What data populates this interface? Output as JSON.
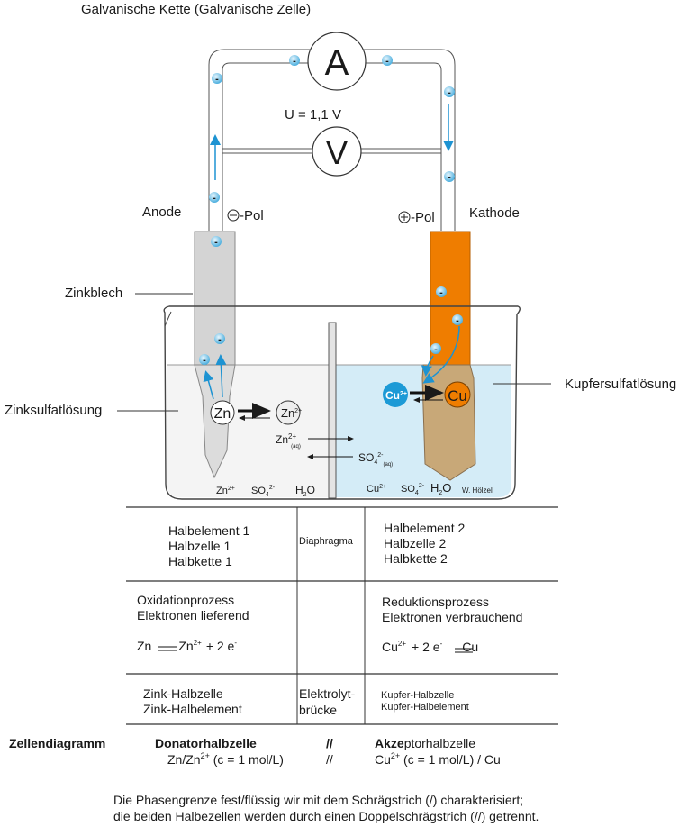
{
  "title": "Galvanische Kette (Galvanische Zelle)",
  "ammeter": "A",
  "voltmeter": "V",
  "voltage": "U = 1,1 V",
  "anode": {
    "label": "Anode",
    "pol": "-Pol",
    "electrode": "Zinkblech",
    "solution": "Zinksulfatlösung"
  },
  "cathode": {
    "label": "Kathode",
    "pol": "-Pol",
    "solution": "Kupfersulfatlösung"
  },
  "electron_symbol": "-",
  "reaction_left": {
    "from": "Zn",
    "to": "Zn",
    "to_sup": "2+"
  },
  "reaction_right": {
    "from": "Cu",
    "from_sup": "2+",
    "to": "Cu"
  },
  "migration": {
    "zn": "Zn",
    "zn_sup": "2+",
    "zn_sub": "(aq)",
    "so4": "SO",
    "so4_sub": "4",
    "so4_sup": "2-",
    "so4_sub2": "(aq)"
  },
  "species_left": [
    "Zn",
    "2+",
    "SO",
    "4",
    "2-",
    "H",
    "2",
    "O"
  ],
  "species_right": [
    "Cu",
    "2+",
    "SO",
    "4",
    "2-",
    "H",
    "2",
    "O"
  ],
  "author": "W. Hölzel",
  "colors": {
    "electron": "#3fa9dc",
    "arrow": "#1d93d2",
    "copper": "#ef7d00",
    "copper_body": "#c8a878",
    "zinc": "#d4d4d4",
    "blue_solution": "#d4ecf7",
    "cu_ion": "#1c9ad6"
  },
  "table": {
    "row1": {
      "left": [
        "Halbelement 1",
        "Halbzelle 1",
        "Halbkette 1"
      ],
      "middle": "Diaphragma",
      "right": [
        "Halbelement 2",
        "Halbzelle 2",
        "Halbkette 2"
      ]
    },
    "row2": {
      "left": [
        "Oxidationprozess",
        "Elektronen lieferend"
      ],
      "left_eq": {
        "a": "Zn",
        "b": "Zn",
        "b_sup": "2+",
        "c": "+  2 e",
        "c_sup": "-"
      },
      "right": [
        "Reduktionsprozess",
        "Elektronen verbrauchend"
      ],
      "right_eq": {
        "a": "Cu",
        "a_sup": "2+",
        "b": "+ 2 e",
        "b_sup": "-",
        "c": "Cu"
      }
    },
    "row3": {
      "left": [
        "Zink-Halbzelle",
        "Zink-Halbelement"
      ],
      "middle": [
        "Elektrolyt-",
        "brücke"
      ],
      "right": [
        "Kupfer-Halbzelle",
        "Kupfer-Halbelement"
      ]
    }
  },
  "cell_diagram": {
    "label": "Zellendiagramm",
    "donor": "Donatorhalbzelle",
    "sep": "//",
    "acceptor_bold": "Akze",
    "acceptor_rest": "ptorhalbzelle",
    "donor_formula": {
      "a": "Zn/Zn",
      "sup": "2+",
      "b": " (c = 1 mol/L)"
    },
    "acceptor_formula": {
      "a": "Cu",
      "sup": "2+",
      "b": " (c = 1 mol/L) / Cu"
    }
  },
  "footnote": [
    "Die Phasengrenze fest/flüssig wir mit dem Schrägstrich (/) charakterisiert;",
    "die beiden Halbezellen werden durch einen Doppelschrägstrich (//) getrennt."
  ]
}
